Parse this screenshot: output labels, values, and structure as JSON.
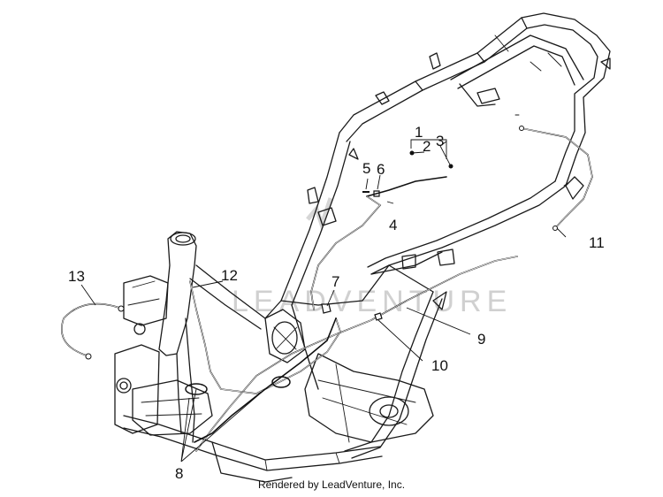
{
  "diagram": {
    "watermark": "LEADVENTURE",
    "callouts": {
      "c1": "1",
      "c2": "2",
      "c3": "3",
      "c4": "4",
      "c5": "5",
      "c6": "6",
      "c7": "7",
      "c8": "8",
      "c9": "9",
      "c10": "10",
      "c11": "11",
      "c12": "12",
      "c13": "13"
    }
  },
  "footer": {
    "text": "Rendered by LeadVenture, Inc."
  }
}
